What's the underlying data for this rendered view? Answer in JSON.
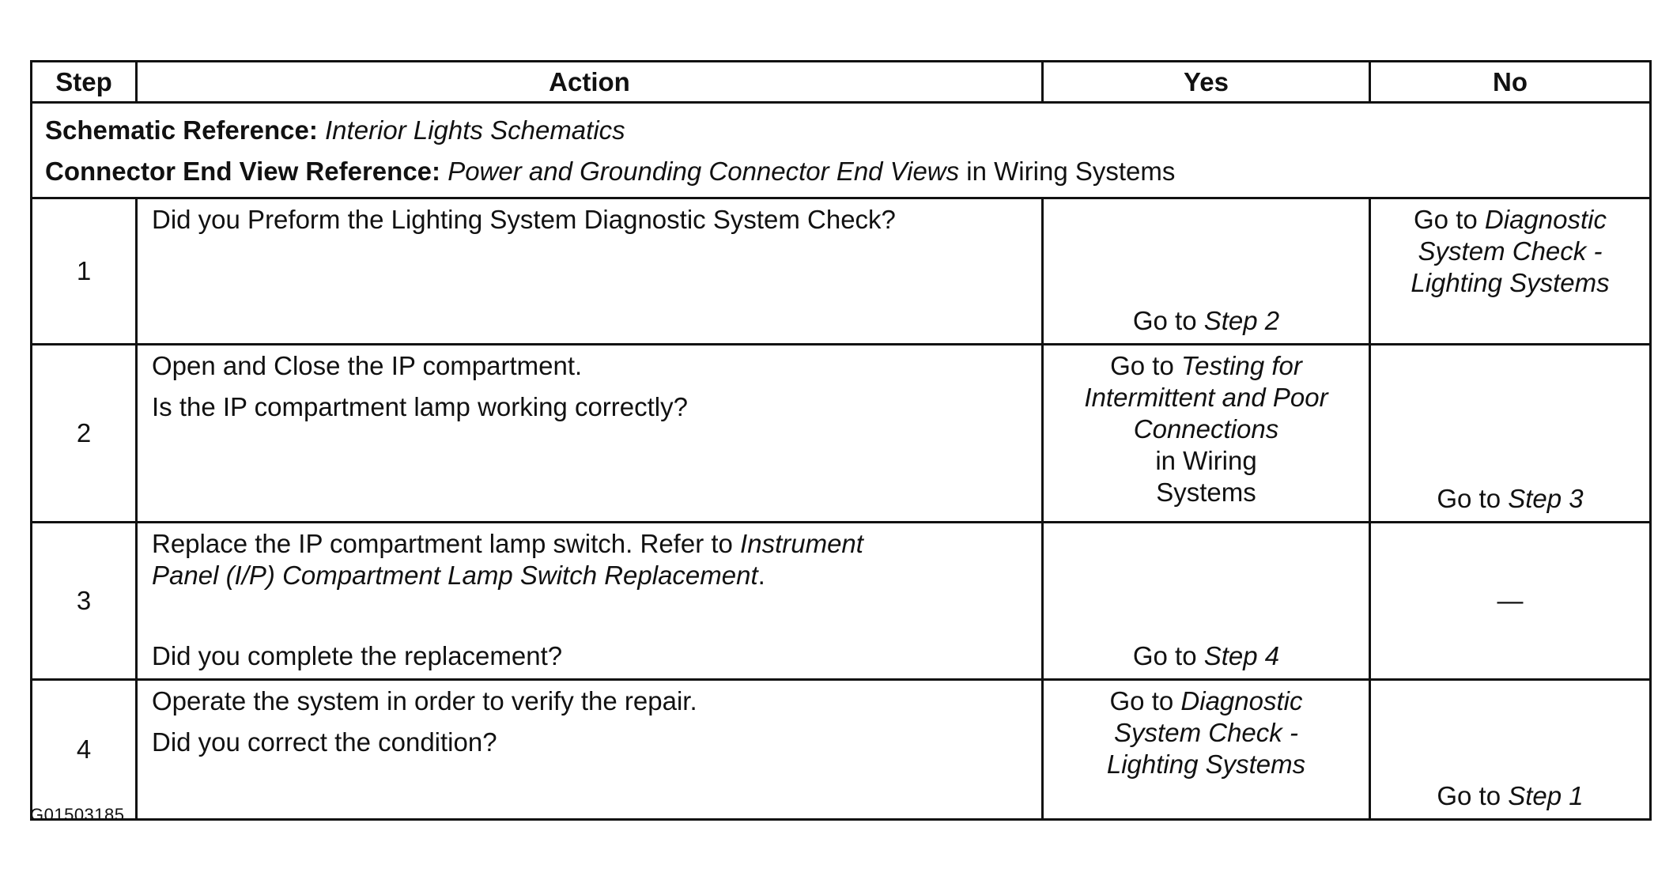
{
  "table": {
    "headers": {
      "step": "Step",
      "action": "Action",
      "yes": "Yes",
      "no": "No"
    },
    "references": {
      "schematic_label": "Schematic Reference:",
      "schematic_value": "Interior Lights Schematics",
      "connector_label": "Connector End View Reference:",
      "connector_value": "Power and Grounding Connector End Views",
      "connector_suffix": " in Wiring Systems"
    },
    "rows": [
      {
        "step": "1",
        "action_lines": [
          "Did you Preform the Lighting System Diagnostic System Check?"
        ],
        "yes_prefix": "Go to ",
        "yes_italic": "Step  2",
        "no_prefix": "Go to ",
        "no_italic_1": "Diagnostic",
        "no_italic_2": "System Check -",
        "no_italic_3": "Lighting Systems"
      },
      {
        "step": "2",
        "action_lines": [
          "Open and Close the IP compartment.",
          "Is the IP compartment lamp working correctly?"
        ],
        "yes_prefix": "Go to ",
        "yes_italic_1": "Testing for",
        "yes_italic_2": "Intermittent and Poor",
        "yes_italic_3": "Connections",
        "yes_plain_1": "in Wiring",
        "yes_plain_2": "Systems",
        "no_prefix": "Go to ",
        "no_italic": "Step  3"
      },
      {
        "step": "3",
        "action_line_1": "Replace the IP compartment lamp switch. Refer to ",
        "action_italic_1": "Instrument",
        "action_italic_2": "Panel (I/P) Compartment Lamp Switch Replacement",
        "action_period": ".",
        "action_bottom": "Did you complete the replacement?",
        "yes_prefix": "Go to ",
        "yes_italic": "Step 4",
        "no_text": "—"
      },
      {
        "step": "4",
        "action_lines": [
          "Operate the system in order to verify the repair.",
          "Did you correct the condition?"
        ],
        "yes_prefix": "Go to ",
        "yes_italic_1": "Diagnostic",
        "yes_italic_2": "System Check -",
        "yes_italic_3": "Lighting Systems",
        "no_prefix": "Go to ",
        "no_italic": "Step  1"
      }
    ]
  },
  "figure_id": "G01503185"
}
